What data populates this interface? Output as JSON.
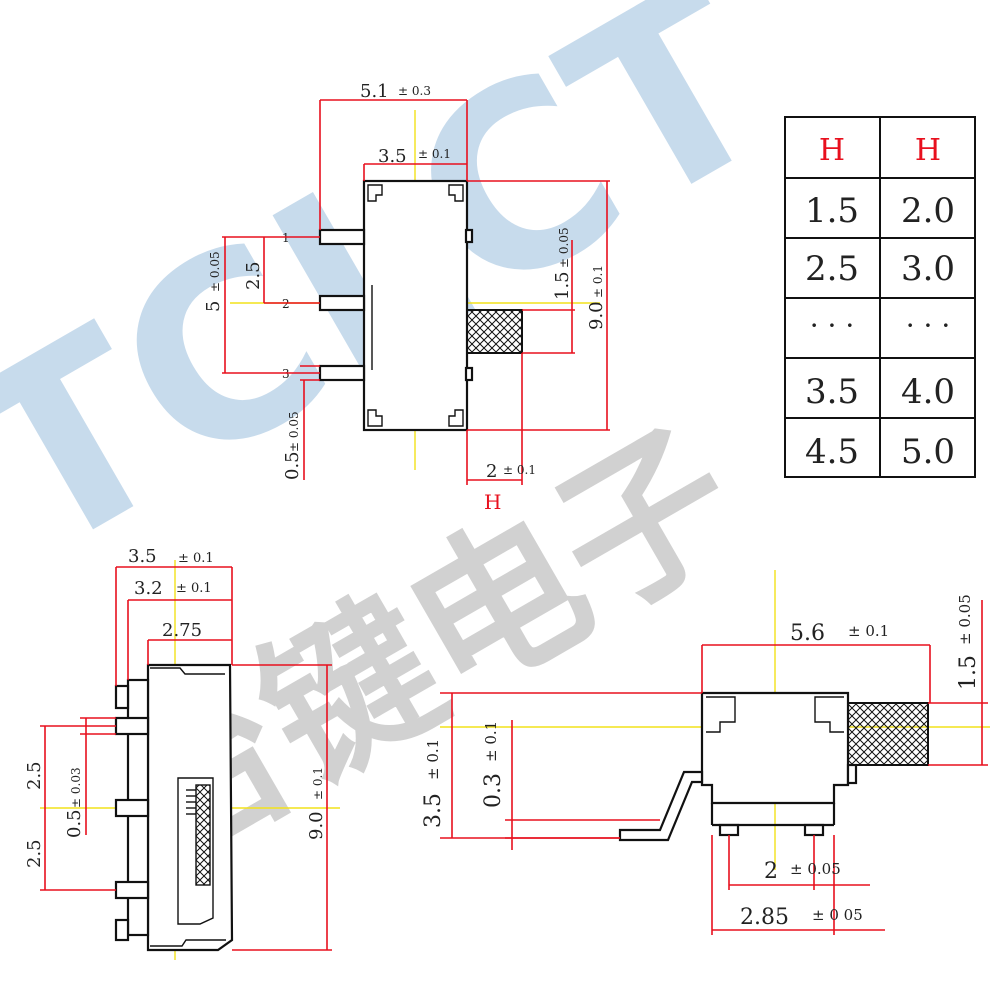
{
  "watermark": {
    "latin": "TCLCT",
    "chinese": "台键电子"
  },
  "top_view": {
    "pin_labels": [
      "1",
      "2",
      "3"
    ],
    "dim_width": "5.1",
    "dim_width_tol": "± 0.3",
    "dim_body": "3.5",
    "dim_body_tol": "± 0.1",
    "dim_pin_span": "5",
    "dim_pin_span_tol": "± 0.05",
    "dim_pin_pitch": "2.5",
    "dim_knob": "1.5",
    "dim_knob_tol": "± 0.05",
    "dim_height": "9.0",
    "dim_height_tol": "± 0.1",
    "dim_pin_w": "0.5",
    "dim_pin_w_tol": "± 0.05",
    "dim_knob_travel": "2",
    "dim_knob_travel_tol": "± 0.1",
    "h_label": "H"
  },
  "side_view": {
    "dim_a": "3.5",
    "dim_a_tol": "± 0.1",
    "dim_b": "3.2",
    "dim_b_tol": "± 0.1",
    "dim_c": "2.75",
    "dim_pitch_top": "2.5",
    "dim_pin": "0.5",
    "dim_pin_tol": "± 0.03",
    "dim_pitch_bottom": "2.5",
    "dim_len": "9.0",
    "dim_len_tol": "± 0.1"
  },
  "front_view": {
    "dim_len": "5.6",
    "dim_len_tol": "± 0.1",
    "dim_knob": "1.5",
    "dim_knob_tol": "± 0.05",
    "dim_height": "3.5",
    "dim_height_tol": "± 0.1",
    "dim_lead": "0.3",
    "dim_lead_tol": "± 0.1",
    "dim_pitch": "2",
    "dim_pitch_tol": "± 0.05",
    "dim_span": "2.85",
    "dim_span_tol": "± 0 05"
  },
  "table": {
    "headers": [
      "H",
      "H"
    ],
    "rows": [
      [
        "1.5",
        "2.0"
      ],
      [
        "2.5",
        "3.0"
      ],
      [
        "· · ·",
        "· · ·"
      ],
      [
        "3.5",
        "4.0"
      ],
      [
        "4.5",
        "5.0"
      ]
    ]
  }
}
